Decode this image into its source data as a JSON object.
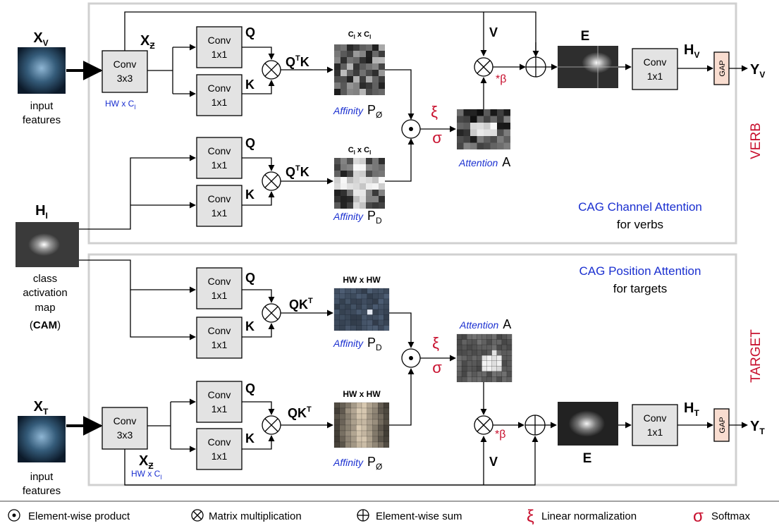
{
  "verb": {
    "section_label": "VERB",
    "input_symbol": "X",
    "input_sub": "V",
    "input_caption_1": "input",
    "input_caption_2": "features",
    "conv3_line1": "Conv",
    "conv3_line2": "3x3",
    "x_mid_symbol": "X",
    "x_mid_sub": "Ƶ",
    "dim_label": "HW x C",
    "dim_sub": "l",
    "conv1_line1": "Conv",
    "conv1_line2": "1x1",
    "q_label": "Q",
    "k_label": "K",
    "v_label": "V",
    "qtk_main": "Q",
    "qtk_sup": "T",
    "qtk_tail": "K",
    "affinity_dim_1": "C",
    "affinity_dim_sub": "l",
    "affinity_dim_x": " x ",
    "affinity_word": "Affinity",
    "p_symbol": "P",
    "p_sub_phi": "Ø",
    "p_sub_d": "D",
    "attention_word": "Attention",
    "a_symbol": "A",
    "xi": "ξ",
    "sigma": "σ",
    "beta": "*β",
    "e_label": "E",
    "h_symbol": "H",
    "h_sub": "V",
    "gap": "GAP",
    "y_symbol": "Y",
    "y_sub": "V",
    "cag_title": "CAG Channel Attention",
    "cag_sub": "for verbs"
  },
  "shared": {
    "h_symbol": "H",
    "h_sub": "I",
    "cam_line1": "class",
    "cam_line2": "activation",
    "cam_line3": "map",
    "cam_line4_open": "(",
    "cam_line4_bold": "CAM",
    "cam_line4_close": ")"
  },
  "target": {
    "section_label": "TARGET",
    "input_symbol": "X",
    "input_sub": "T",
    "input_caption_1": "input",
    "input_caption_2": "features",
    "conv3_line1": "Conv",
    "conv3_line2": "3x3",
    "x_mid_symbol": "X",
    "x_mid_sub": "Ƶ",
    "dim_label": "HW x C",
    "dim_sub": "l",
    "conv1_line1": "Conv",
    "conv1_line2": "1x1",
    "q_label": "Q",
    "k_label": "K",
    "v_label": "V",
    "qkt_main": "QK",
    "qkt_sup": "T",
    "affinity_dim": "HW x HW",
    "affinity_word": "Affinity",
    "p_symbol": "P",
    "p_sub_d": "D",
    "p_sub_phi": "Ø",
    "attention_word": "Attention",
    "a_symbol": "A",
    "xi": "ξ",
    "sigma": "σ",
    "beta": "*β",
    "e_label": "E",
    "h_symbol": "H",
    "h_sub": "T",
    "gap": "GAP",
    "y_symbol": "Y",
    "y_sub": "T",
    "cag_title": "CAG Position Attention",
    "cag_sub": "for targets"
  },
  "legend": {
    "elementwise_product": "Element-wise product",
    "matrix_mult": "Matrix multiplication",
    "elementwise_sum": "Element-wise sum",
    "xi_symbol": "ξ",
    "linear_norm": "Linear normalization",
    "sigma_symbol": "σ",
    "softmax": "Softmax"
  },
  "colors": {
    "frame": "#d0d0d0",
    "conv_fill": "#e3e3e3",
    "gap_fill": "#f9ddd0",
    "blue": "#1a2fd0",
    "red": "#c8102e"
  }
}
